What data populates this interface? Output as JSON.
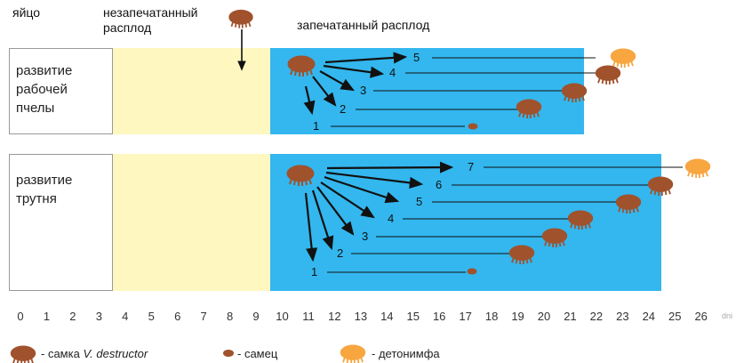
{
  "headers": {
    "egg": "яйцо",
    "unsealed_line1": "незапечатанный",
    "unsealed_line2": "расплод",
    "sealed": "запечатанный расплод"
  },
  "rows": {
    "worker": {
      "line1": "развитие",
      "line2": "рабочей",
      "line3": "пчелы"
    },
    "drone": {
      "line1": "развитие",
      "line2": "трутня"
    }
  },
  "worker_offspring": [
    "1",
    "2",
    "3",
    "4",
    "5"
  ],
  "drone_offspring": [
    "1",
    "2",
    "3",
    "4",
    "5",
    "6",
    "7"
  ],
  "days": [
    "0",
    "1",
    "2",
    "3",
    "4",
    "5",
    "6",
    "7",
    "8",
    "9",
    "10",
    "11",
    "12",
    "13",
    "14",
    "15",
    "16",
    "17",
    "18",
    "19",
    "20",
    "21",
    "22",
    "23",
    "24",
    "25",
    "26"
  ],
  "days_unit": "dni",
  "legend": {
    "female_prefix": "- самка ",
    "female_species": "V. destructor",
    "male": "- самец",
    "deutonymph": "-  детонимфа"
  },
  "colors": {
    "egg_zone": "#ffffff",
    "unsealed_zone": "#fff7c0",
    "sealed_zone": "#33b7ee",
    "female_mite": "#a0522d",
    "deutonymph": "#f7a640"
  }
}
